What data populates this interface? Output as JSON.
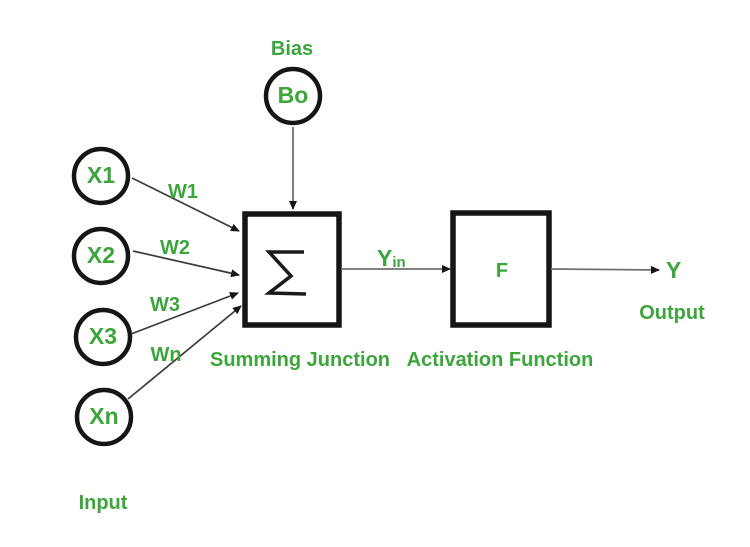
{
  "colors": {
    "accent_green": "#3CA53C",
    "stroke_ink": "#151515",
    "connector_gray": "#6f6f6f",
    "weight_line_gray": "#3c3c3c"
  },
  "bias": {
    "caption": "Bias",
    "node_label": "Bo"
  },
  "inputs": {
    "caption": "Input",
    "nodes": [
      "X1",
      "X2",
      "X3",
      "Xn"
    ],
    "weights": [
      "W1",
      "W2",
      "W3",
      "Wn"
    ]
  },
  "summing_junction": {
    "symbol": "∑",
    "caption": "Summing Junction"
  },
  "net_input_label": {
    "base": "Y",
    "subscript": "in"
  },
  "activation": {
    "node_label": "F",
    "caption": "Activation Function"
  },
  "output": {
    "signal_label": "Y",
    "caption": "Output"
  }
}
